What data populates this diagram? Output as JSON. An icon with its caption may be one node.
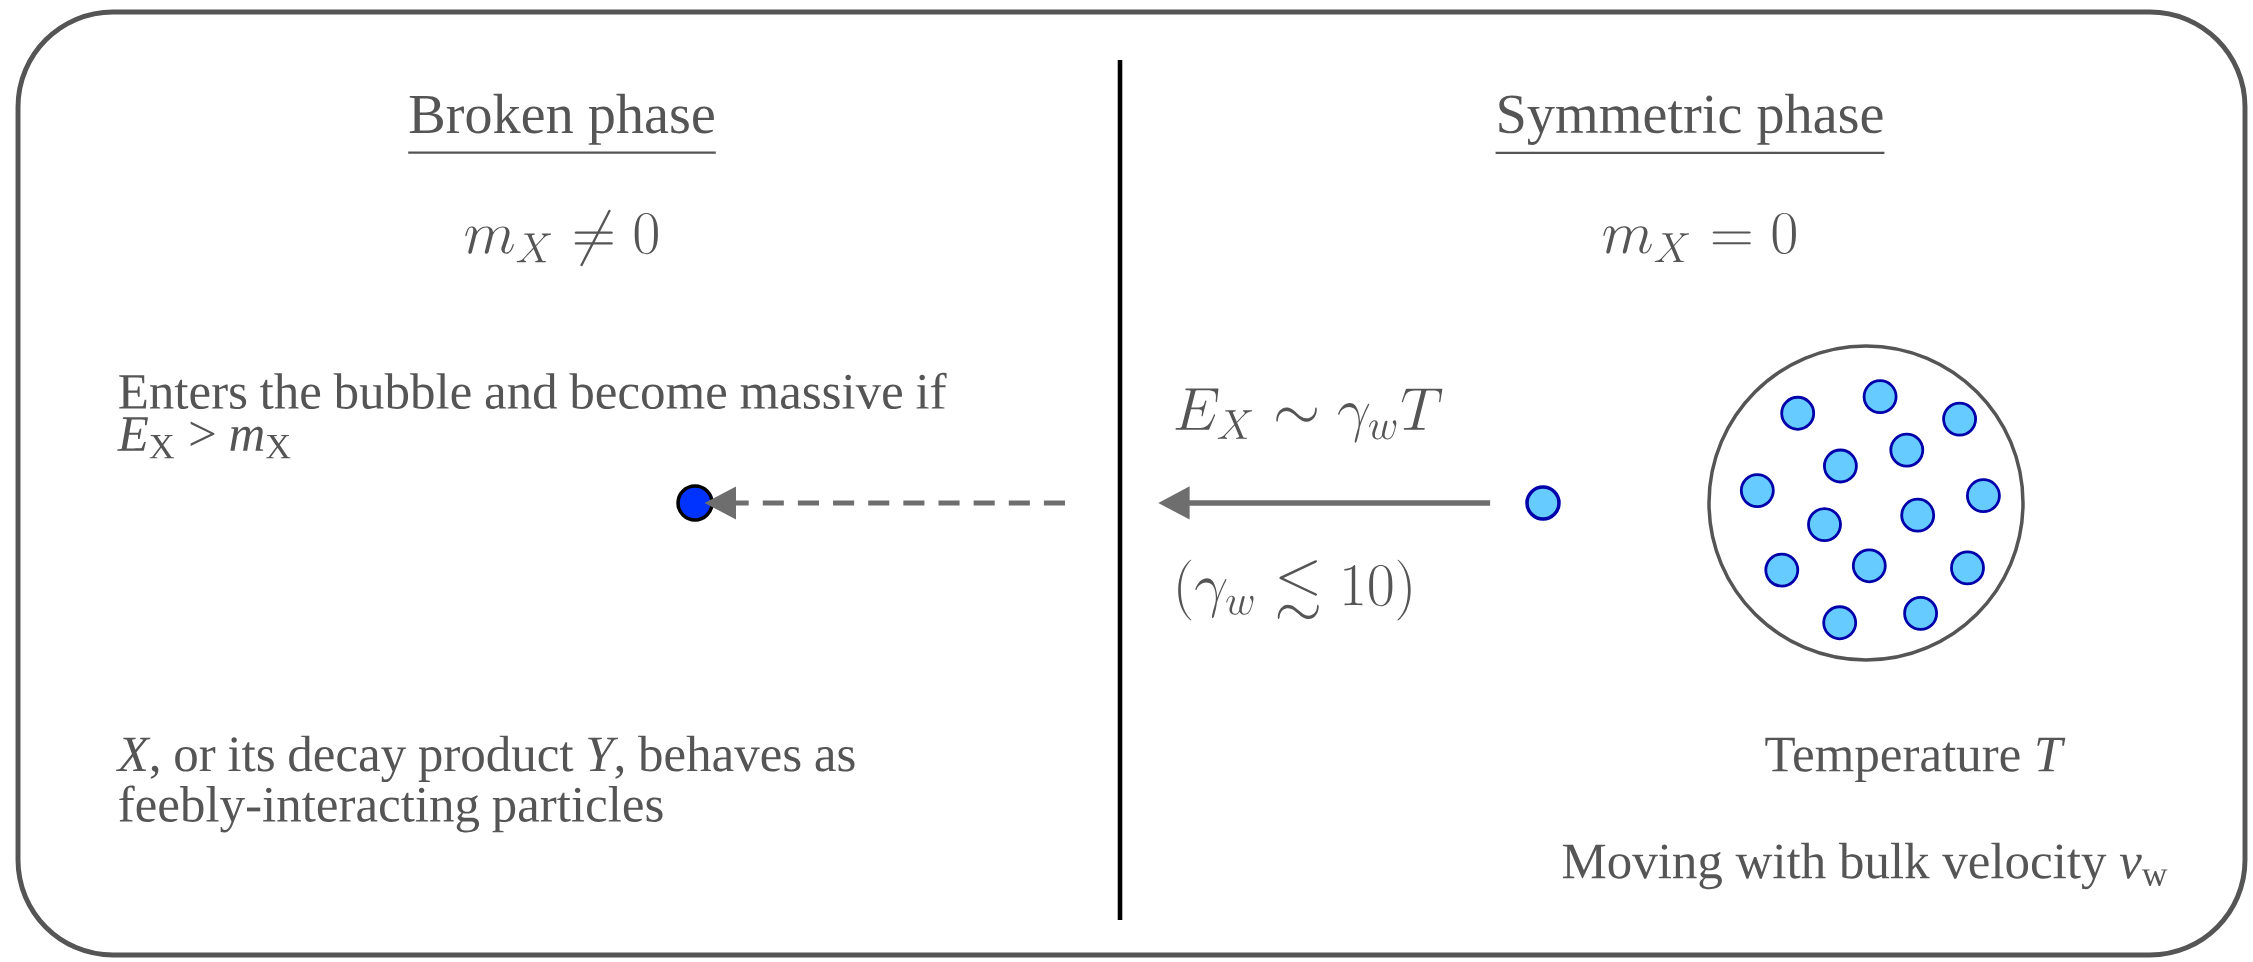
{
  "diagram": {
    "nodes": [
      {
        "text": [],
        "shape": "circle"
      },
      {
        "text": [],
        "shape": "circle"
      },
      {
        "text": [],
        "shape": "circle"
      }
    ],
    "edges": [
      {
        "from": null,
        "to": 0,
        "arrow": "to",
        "style": "dashed"
      },
      {
        "from": 1,
        "to": null,
        "arrow": "to"
      }
    ],
    "labels": [
      "Broken phase",
      "m_X \\neq 0",
      "Enters the bubble and become massive if *E*$_{X}$ > *m*$_{X}$",
      "Symmetric phase",
      "m_X = 0",
      "E_X \\sim \\gamma_w T",
      "(\\gamma_w \\lesssim 10)",
      "*X*, or its decay product *Y*, behaves as feebly-interacting particles",
      "Temperature *T*",
      "Moving with bulk velocity *v*$_{w}$"
    ]
  }
}
